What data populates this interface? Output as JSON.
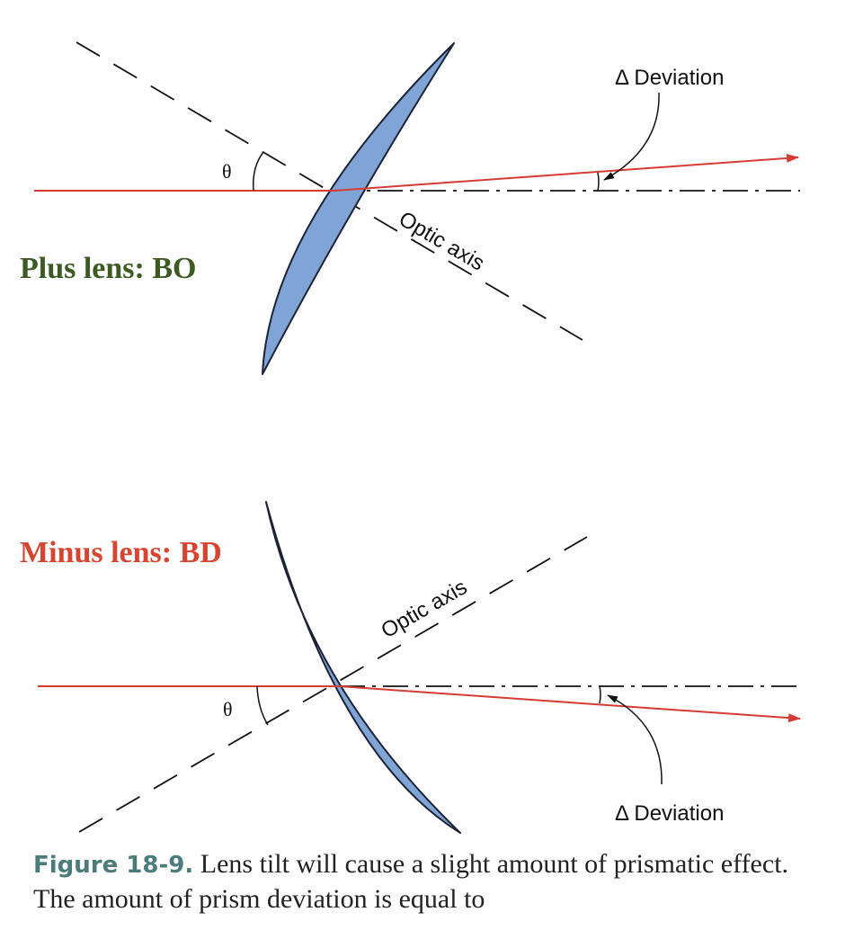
{
  "colors": {
    "lens_fill": "#7fa4d6",
    "lens_stroke": "#1d2235",
    "ray": "#d63b34",
    "plus_label": "#3c5a22",
    "minus_label": "#d64532",
    "caption_label": "#4c7b7b"
  },
  "top_panel": {
    "lens_label": "Plus lens: BO",
    "angle_symbol": "θ",
    "optic_axis_label": "Optic axis",
    "deviation_label": "Δ Deviation"
  },
  "bottom_panel": {
    "lens_label": "Minus lens: BD",
    "angle_symbol": "θ",
    "optic_axis_label": "Optic axis",
    "deviation_label": "Δ Deviation"
  },
  "caption": {
    "figure_label": "Figure 18-9.",
    "text": "Lens tilt will cause a slight amount of prismatic effect. The amount of prism deviation is equal to"
  }
}
